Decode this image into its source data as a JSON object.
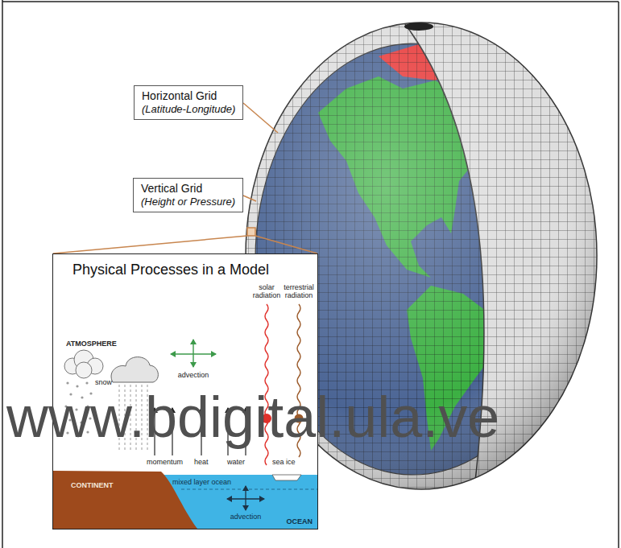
{
  "diagram": {
    "nodes": [
      {
        "text": [
          "Horizontal Grid",
          "(Latitude-Longitude)"
        ]
      },
      {
        "text": [
          "Vertical Grid",
          "(Height or Pressure)"
        ]
      },
      {
        "text": [
          "Physical Processes in a Model"
        ]
      }
    ],
    "labels": [
      "solar radiation",
      "terrestrial radiation",
      "ATMOSPHERE",
      "advection",
      "snow",
      "momentum",
      "heat",
      "water",
      "sea ice",
      "CONTINENT",
      "mixed layer ocean",
      "advection",
      "OCEAN",
      "www.bdigital.ula.ve"
    ]
  }
}
